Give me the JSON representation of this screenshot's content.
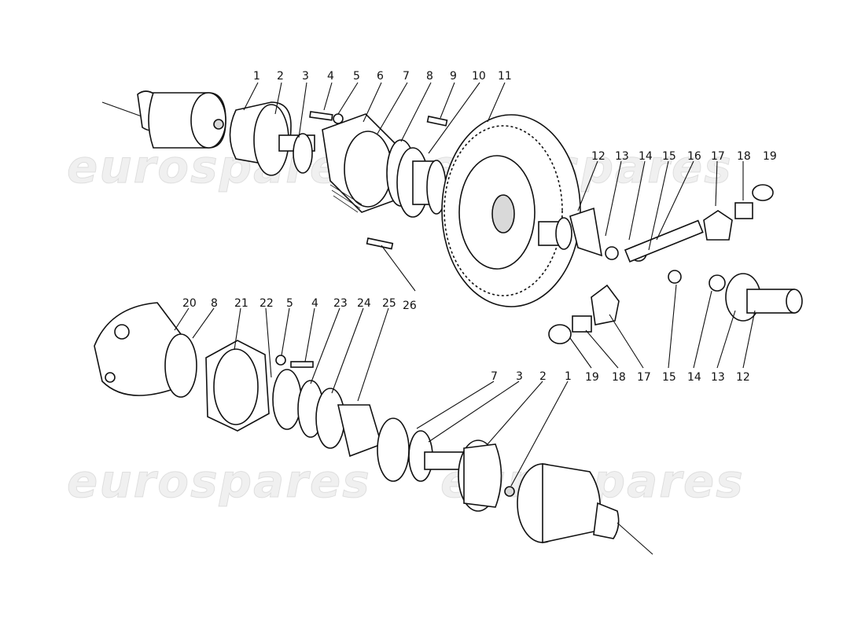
{
  "watermark": {
    "text": "eurospares"
  },
  "callouts": [
    {
      "id": "c1",
      "text": "1"
    },
    {
      "id": "c2",
      "text": "2"
    },
    {
      "id": "c3",
      "text": "3"
    },
    {
      "id": "c4",
      "text": "4"
    },
    {
      "id": "c5",
      "text": "5"
    },
    {
      "id": "c6",
      "text": "6"
    },
    {
      "id": "c7",
      "text": "7"
    },
    {
      "id": "c8",
      "text": "8"
    },
    {
      "id": "c9",
      "text": "9"
    },
    {
      "id": "c10",
      "text": "10"
    },
    {
      "id": "c11",
      "text": "11"
    },
    {
      "id": "c12a",
      "text": "12"
    },
    {
      "id": "c13a",
      "text": "13"
    },
    {
      "id": "c14a",
      "text": "14"
    },
    {
      "id": "c15a",
      "text": "15"
    },
    {
      "id": "c16",
      "text": "16"
    },
    {
      "id": "c17a",
      "text": "17"
    },
    {
      "id": "c18a",
      "text": "18"
    },
    {
      "id": "c19a",
      "text": "19"
    },
    {
      "id": "c26",
      "text": "26"
    },
    {
      "id": "c20",
      "text": "20"
    },
    {
      "id": "c8b",
      "text": "8"
    },
    {
      "id": "c21",
      "text": "21"
    },
    {
      "id": "c22",
      "text": "22"
    },
    {
      "id": "c5b",
      "text": "5"
    },
    {
      "id": "c4b",
      "text": "4"
    },
    {
      "id": "c23",
      "text": "23"
    },
    {
      "id": "c24",
      "text": "24"
    },
    {
      "id": "c25",
      "text": "25"
    },
    {
      "id": "c7b",
      "text": "7"
    },
    {
      "id": "c3b",
      "text": "3"
    },
    {
      "id": "c2b",
      "text": "2"
    },
    {
      "id": "c1b",
      "text": "1"
    },
    {
      "id": "c19b",
      "text": "19"
    },
    {
      "id": "c18b",
      "text": "18"
    },
    {
      "id": "c17b",
      "text": "17"
    },
    {
      "id": "c15b",
      "text": "15"
    },
    {
      "id": "c14b",
      "text": "14"
    },
    {
      "id": "c13b",
      "text": "13"
    },
    {
      "id": "c12b",
      "text": "12"
    }
  ]
}
